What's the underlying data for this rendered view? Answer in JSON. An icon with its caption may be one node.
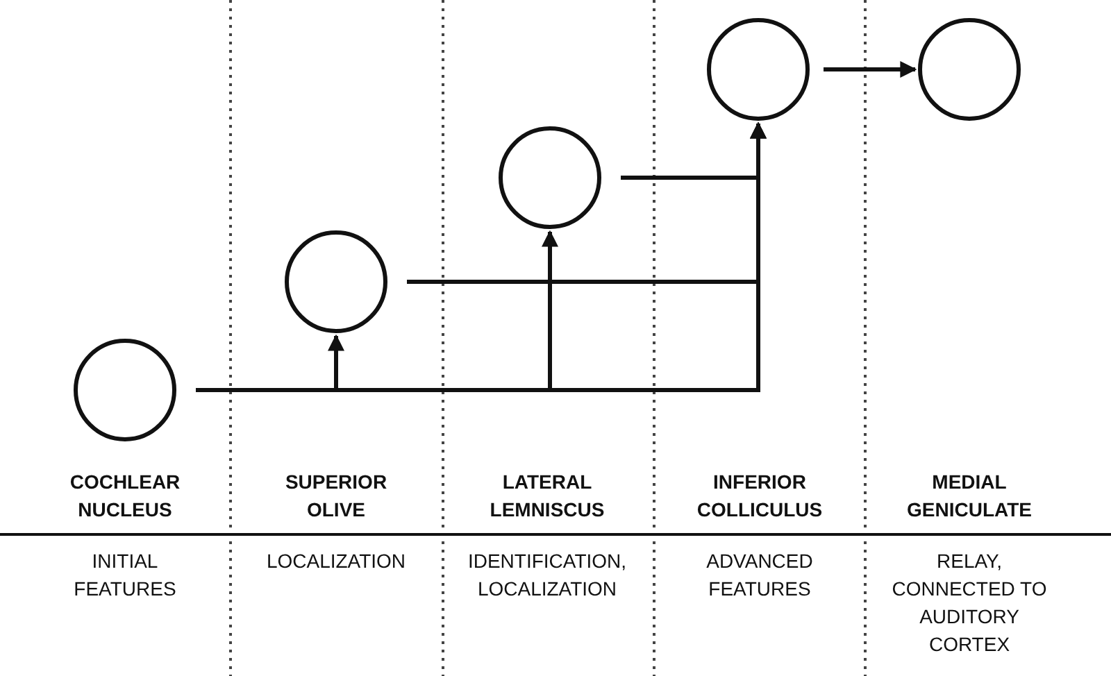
{
  "diagram": {
    "nodes": [
      {
        "text": [],
        "shape": "circle",
        "beside": [
          "COCHLEAR NUCLEUS",
          "INITIAL FEATURES"
        ]
      },
      {
        "text": [],
        "shape": "circle",
        "beside": [
          "SUPERIOR OLIVE",
          "LOCALIZATION"
        ]
      },
      {
        "text": [],
        "shape": "circle",
        "beside": [
          "LATERAL LEMNISCUS",
          "IDENTIFICATION, LOCALIZATION"
        ]
      },
      {
        "text": [],
        "shape": "circle",
        "beside": [
          "INFERIOR COLLICULUS",
          "ADVANCED FEATURES"
        ]
      },
      {
        "text": [],
        "shape": "circle",
        "beside": [
          "MEDIAL GENICULATE",
          "RELAY, CONNECTED TO AUDITORY CORTEX"
        ]
      }
    ],
    "edges": [
      {
        "from": 0,
        "to": 1,
        "arrow": "to"
      },
      {
        "from": 0,
        "to": 2,
        "arrow": "to"
      },
      {
        "from": 0,
        "to": 3,
        "arrow": "to"
      },
      {
        "from": 1,
        "to": 3,
        "arrow": "to"
      },
      {
        "from": 2,
        "to": 3,
        "arrow": "to"
      },
      {
        "from": 3,
        "to": 4,
        "arrow": "to"
      }
    ]
  }
}
